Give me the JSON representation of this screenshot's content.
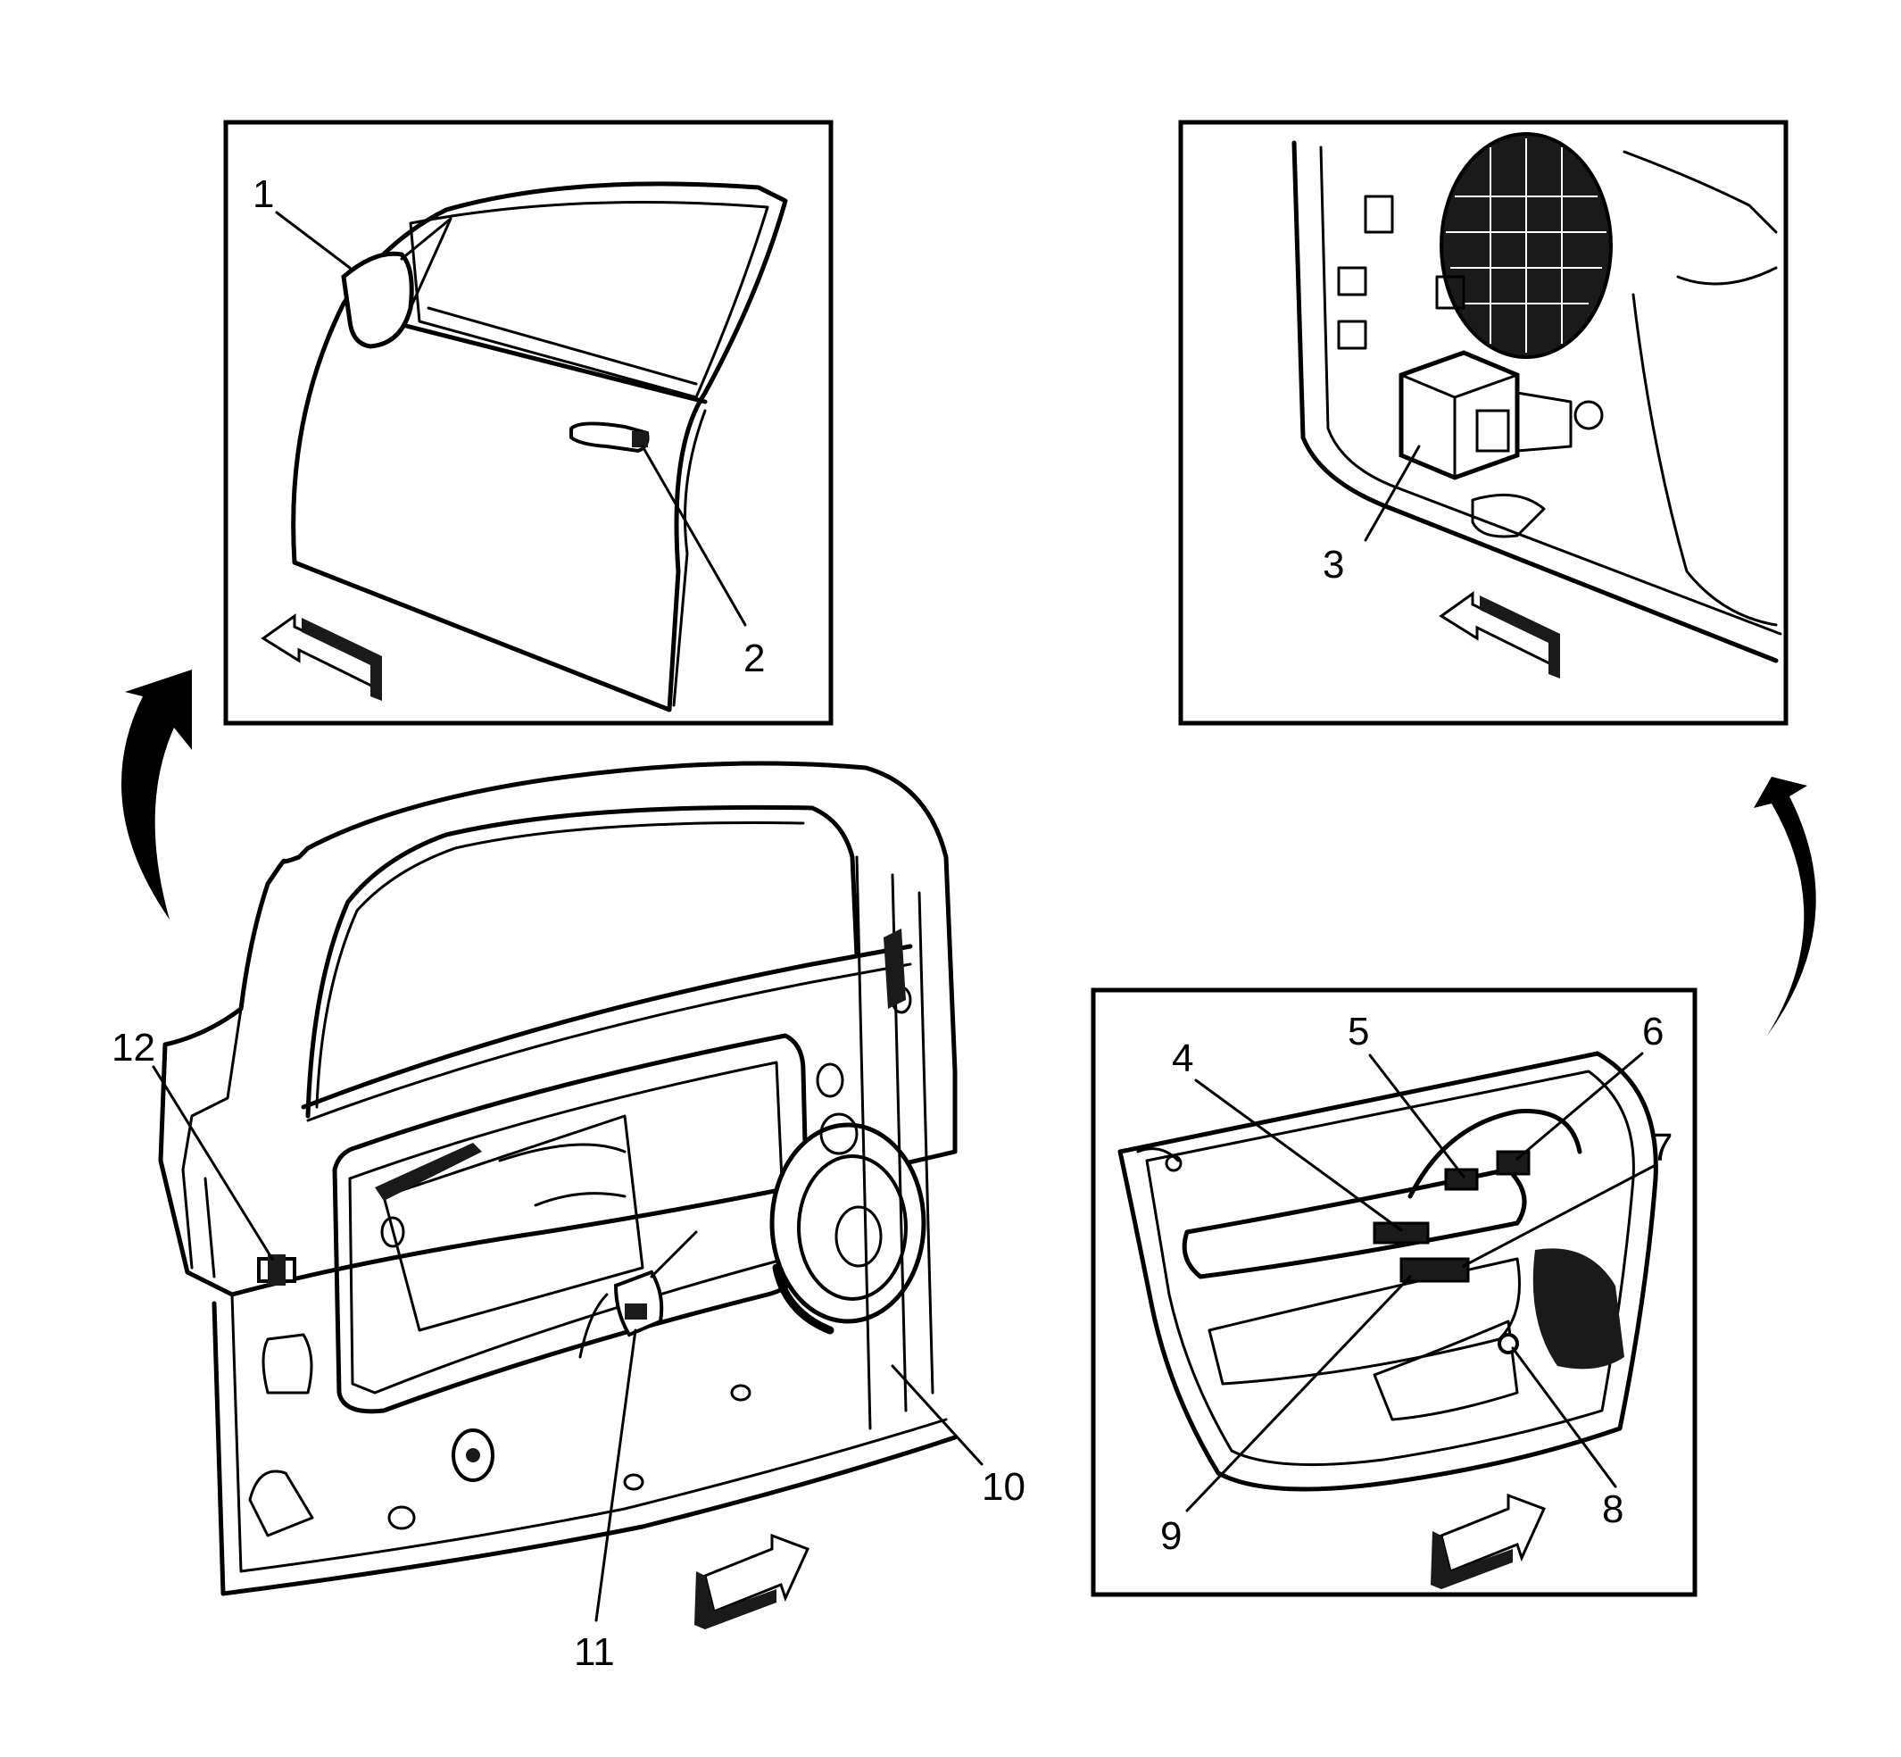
{
  "diagram": {
    "callouts": {
      "c1": "1",
      "c2": "2",
      "c3": "3",
      "c4": "4",
      "c5": "5",
      "c6": "6",
      "c7": "7",
      "c8": "8",
      "c9": "9",
      "c10": "10",
      "c11": "11",
      "c12": "12"
    },
    "colors": {
      "line": "#000000",
      "background": "#ffffff",
      "fill_dark": "#1a1a1a",
      "fill_light": "#f2f2f2"
    }
  }
}
